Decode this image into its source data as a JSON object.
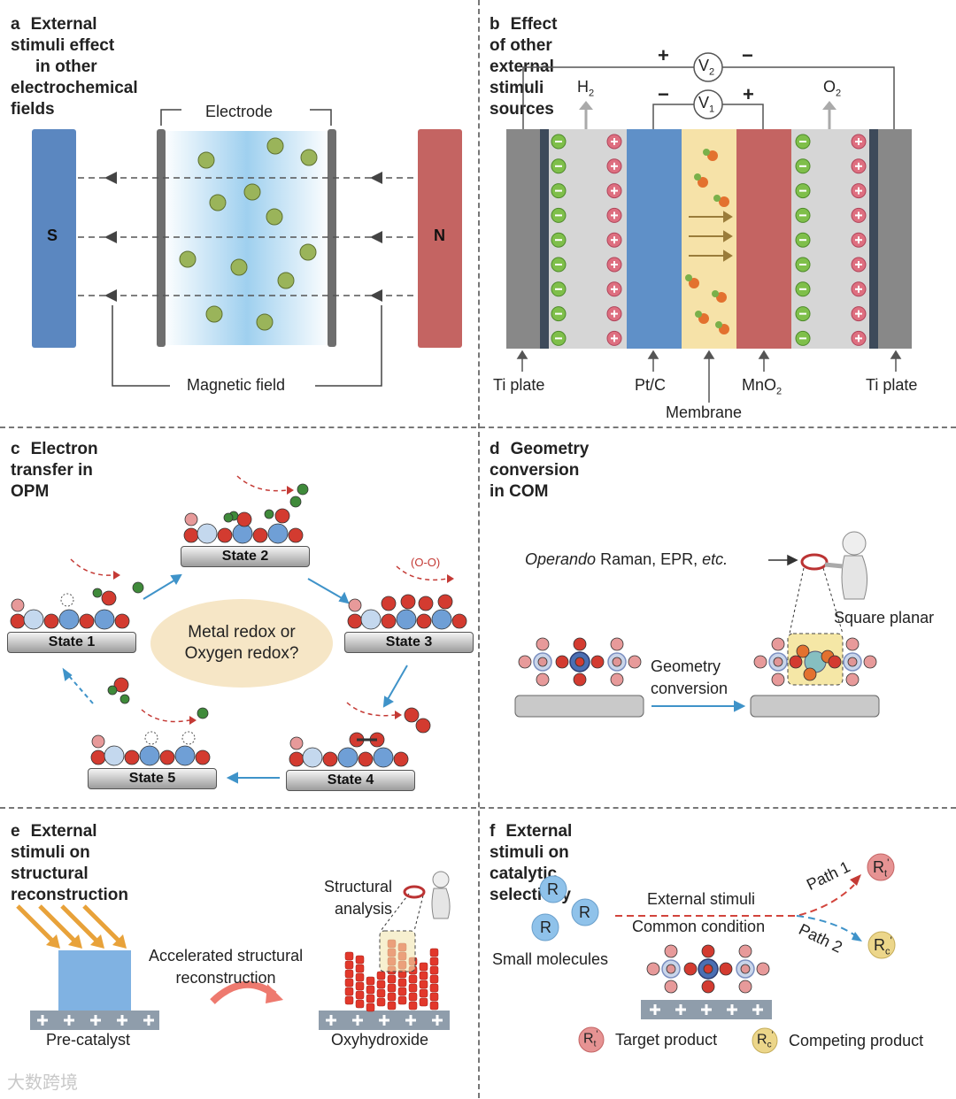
{
  "panels": {
    "a": {
      "letter": "a",
      "title_line1": "External stimuli effect",
      "title_line2": "in other electrochemical fields",
      "pole_s": "S",
      "pole_n": "N",
      "electrode": "Electrode",
      "magnetic_field": "Magnetic field"
    },
    "b": {
      "letter": "b",
      "title": "Effect of other external stimuli sources",
      "v2": "V",
      "v2_sub": "2",
      "v1": "V",
      "v1_sub": "1",
      "h2": "H",
      "h2_sub": "2",
      "o2": "O",
      "o2_sub": "2",
      "plus": "+",
      "minus": "−",
      "ti_plate_left": "Ti plate",
      "ptc": "Pt/C",
      "membrane": "Membrane",
      "mno2": "MnO",
      "mno2_sub": "2",
      "ti_plate_right": "Ti plate"
    },
    "c": {
      "letter": "c",
      "title": "Electron transfer in OPM",
      "state1": "State 1",
      "state2": "State 2",
      "state3": "State 3",
      "state4": "State 4",
      "state5": "State 5",
      "oo": "(O-O)",
      "question_line1": "Metal redox or",
      "question_line2": "Oxygen redox?"
    },
    "d": {
      "letter": "d",
      "title": "Geometry conversion in COM",
      "operando_italic": "Operando",
      "operando_rest": " Raman, EPR, ",
      "etc": "etc.",
      "square_planar": "Square planar",
      "geometry_line1": "Geometry",
      "geometry_line2": "conversion"
    },
    "e": {
      "letter": "e",
      "title": "External stimuli on structural reconstruction",
      "structural_line1": "Structural",
      "structural_line2": "analysis",
      "accel_line1": "Accelerated structural",
      "accel_line2": "reconstruction",
      "precatalyst": "Pre-catalyst",
      "oxyhydroxide": "Oxyhydroxide"
    },
    "f": {
      "letter": "f",
      "title": "External stimuli on catalytic selectivity",
      "r": "R",
      "external_stimuli": "External stimuli",
      "common_condition": "Common condition",
      "small_molecules": "Small molecules",
      "path1": "Path 1",
      "path2": "Path 2",
      "rt": "R",
      "rt_sub": "t",
      "rc": "R",
      "rc_sub": "c",
      "prime": "'",
      "target_product": "Target product",
      "competing_product": "Competing product"
    }
  },
  "watermark": "大数跨境",
  "colors": {
    "blue_pole": "#5b87c0",
    "red_pole": "#c46462",
    "electrode_gray": "#6e6e6e",
    "particle_green": "#9ab45a",
    "red_atom": "#d33b30",
    "pink_atom": "#e79a9a",
    "blue_atom": "#6f9fd6",
    "light_blue_atom": "#c4d8ee",
    "green_atom": "#3f8a3a",
    "arrow_blue": "#3f93c9",
    "arrow_red": "#c43a35",
    "membrane_yellow": "#f6e2a8"
  }
}
